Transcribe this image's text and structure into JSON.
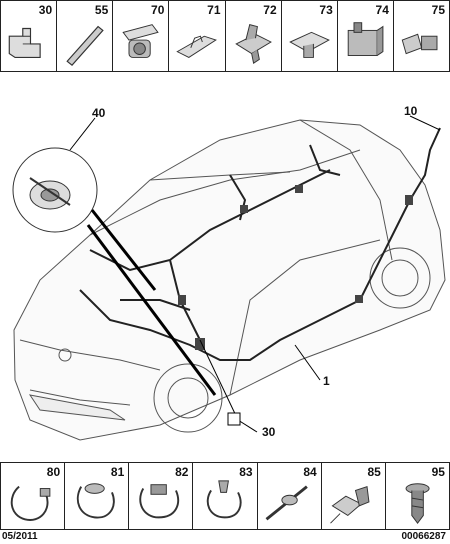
{
  "top_parts": [
    "30",
    "55",
    "70",
    "71",
    "72",
    "73",
    "74",
    "75"
  ],
  "bottom_parts": [
    "80",
    "81",
    "82",
    "83",
    "84",
    "85",
    "95"
  ],
  "callouts": {
    "c40": "40",
    "c10": "10",
    "c1": "1",
    "c30": "30"
  },
  "footer": {
    "date": "05/2011",
    "ref": "00066287"
  }
}
